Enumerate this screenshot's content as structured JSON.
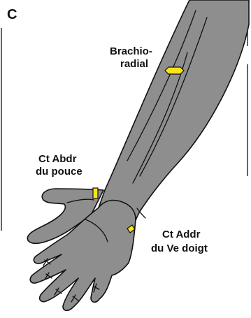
{
  "panel_letter": "C",
  "labels": {
    "brachioradial_line1": "Brachio-",
    "brachioradial_line2": "radial",
    "abductor_line1": "Ct Abdr",
    "abductor_line2": "du pouce",
    "adductor_line1": "Ct Addr",
    "adductor_line2": "du Ve doigt"
  },
  "colors": {
    "skin": "#8e8e8e",
    "outline": "#111111",
    "electrode": "#f6e51a",
    "background": "#ffffff"
  }
}
